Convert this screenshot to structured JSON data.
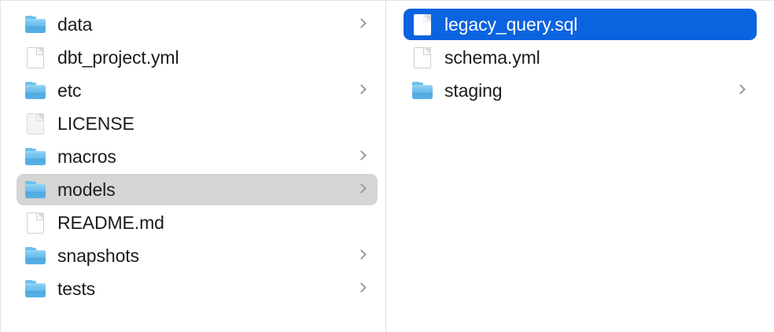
{
  "window": {
    "title": "Finder Column View",
    "view_mode": "column",
    "colors": {
      "selection_active": "#0b63e0",
      "selection_inactive": "#d5d5d5",
      "text": "#1c1c1e",
      "text_selected": "#ffffff",
      "folder_blue": "#6cbdec",
      "divider": "#e0e0e0",
      "background": "#ffffff"
    }
  },
  "columns": [
    {
      "name": "project-root-column",
      "items": [
        {
          "label": "data",
          "icon": "folder-icon",
          "type": "folder",
          "has_chevron": true,
          "selected": false,
          "selection_style": "none"
        },
        {
          "label": "dbt_project.yml",
          "icon": "document-icon",
          "type": "file",
          "has_chevron": false,
          "selected": false,
          "selection_style": "none"
        },
        {
          "label": "etc",
          "icon": "folder-icon",
          "type": "folder",
          "has_chevron": true,
          "selected": false,
          "selection_style": "none"
        },
        {
          "label": "LICENSE",
          "icon": "document-plain-icon",
          "type": "file",
          "has_chevron": false,
          "selected": false,
          "selection_style": "none"
        },
        {
          "label": "macros",
          "icon": "folder-icon",
          "type": "folder",
          "has_chevron": true,
          "selected": false,
          "selection_style": "none"
        },
        {
          "label": "models",
          "icon": "folder-icon",
          "type": "folder",
          "has_chevron": true,
          "selected": true,
          "selection_style": "inactive"
        },
        {
          "label": "README.md",
          "icon": "document-icon",
          "type": "file",
          "has_chevron": false,
          "selected": false,
          "selection_style": "none"
        },
        {
          "label": "snapshots",
          "icon": "folder-icon",
          "type": "folder",
          "has_chevron": true,
          "selected": false,
          "selection_style": "none"
        },
        {
          "label": "tests",
          "icon": "folder-icon",
          "type": "folder",
          "has_chevron": true,
          "selected": false,
          "selection_style": "none"
        }
      ]
    },
    {
      "name": "models-column",
      "items": [
        {
          "label": "legacy_query.sql",
          "icon": "document-icon",
          "type": "file",
          "has_chevron": false,
          "selected": true,
          "selection_style": "active"
        },
        {
          "label": "schema.yml",
          "icon": "document-icon",
          "type": "file",
          "has_chevron": false,
          "selected": false,
          "selection_style": "none"
        },
        {
          "label": "staging",
          "icon": "folder-icon",
          "type": "folder",
          "has_chevron": true,
          "selected": false,
          "selection_style": "none"
        }
      ]
    }
  ]
}
